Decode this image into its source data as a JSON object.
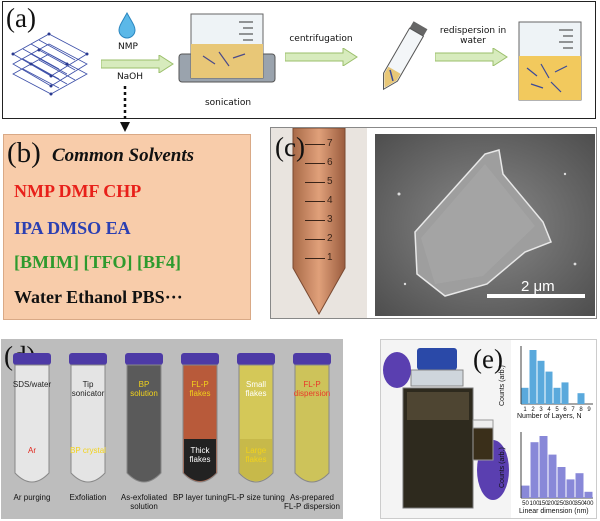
{
  "panel_a": {
    "label": "(a)",
    "reagent_1": "NMP",
    "reagent_2": "NaOH",
    "step_sonication": "sonication",
    "step_centrifugation": "centrifugation",
    "step_redispersion": "redispersion in water"
  },
  "panel_b": {
    "label": "(b)",
    "title": "Common Solvents",
    "rows": [
      {
        "text": "NMP   DMF   CHP",
        "color": "#e8201a"
      },
      {
        "text": "IPA   DMSO   EA",
        "color": "#2b3fb2"
      },
      {
        "text": "[BMIM] [TFO] [BF4]",
        "color": "#2e9a2e"
      },
      {
        "text": "Water  Ethanol  PBS···",
        "color": "#111111"
      }
    ]
  },
  "panel_c": {
    "label": "(c)",
    "scale_bar": "2 μm",
    "tube_marks": [
      "7",
      "6",
      "5",
      "4",
      "3",
      "2",
      "1"
    ]
  },
  "panel_d": {
    "label": "(d)",
    "tubes": [
      {
        "inner_top": "SDS/water",
        "inner_bottom": "Ar",
        "caption": "Ar purging"
      },
      {
        "inner_top": "Tip sonicator",
        "inner_bottom": "BP crystal",
        "caption": "Exfoliation"
      },
      {
        "inner_top": "BP solution",
        "inner_bottom": "",
        "caption": "As-exfoliated solution"
      },
      {
        "inner_top": "FL-P flakes",
        "inner_bottom": "Thick flakes",
        "caption": "BP layer tuning"
      },
      {
        "inner_top": "Small flakes",
        "inner_bottom": "Large flakes",
        "caption": "FL-P size tuning"
      },
      {
        "inner_top": "FL-P dispersion",
        "inner_bottom": "",
        "caption": "As-prepared FL-P dispersion"
      }
    ]
  },
  "panel_e": {
    "label": "(e)",
    "hist_top": {
      "ylabel": "Counts (arb.)",
      "xlabel": "Number of Layers, N",
      "ticks": [
        "1",
        "2",
        "3",
        "4",
        "5",
        "6",
        "7",
        "8",
        "9"
      ],
      "values": [
        3,
        10,
        8,
        6,
        3,
        4,
        0,
        2,
        0
      ]
    },
    "hist_bottom": {
      "ylabel": "Counts (arb.)",
      "xlabel": "Linear dimension (nm)",
      "ticks": [
        "50",
        "100",
        "150",
        "200",
        "250",
        "300",
        "350",
        "400"
      ],
      "values": [
        2,
        9,
        10,
        7,
        5,
        3,
        4,
        1
      ]
    }
  }
}
